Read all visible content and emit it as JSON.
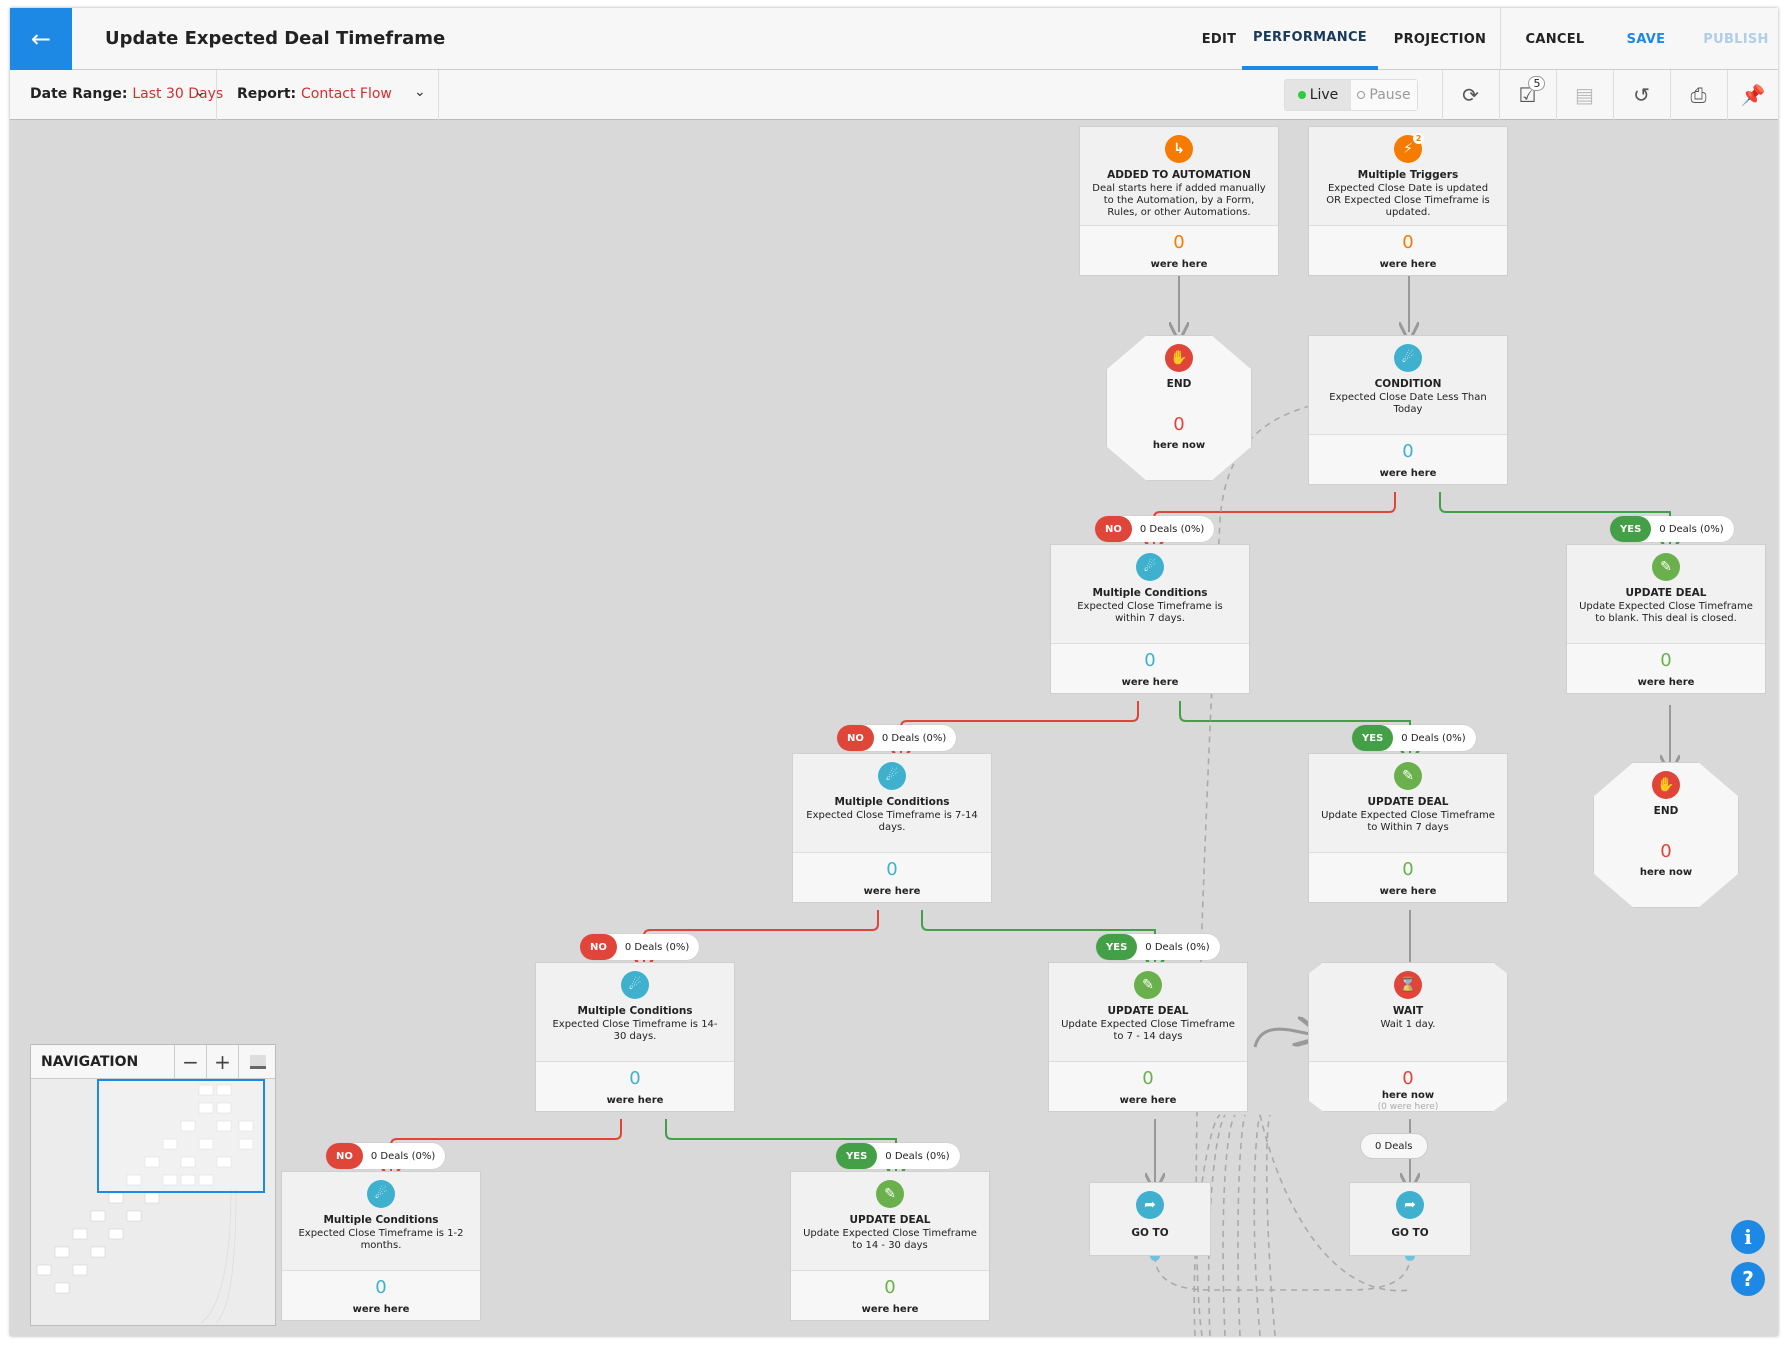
{
  "header": {
    "title": "Update Expected Deal Timeframe",
    "tabs": [
      "EDIT",
      "PERFORMANCE",
      "PROJECTION"
    ],
    "cancel": "CANCEL",
    "save": "SAVE",
    "publish": "PUBLISH"
  },
  "subbar": {
    "date_label": "Date Range:",
    "date_value": "Last 30 Days",
    "report_label": "Report:",
    "report_value": "Contact Flow",
    "live": "Live",
    "pause": "Pause",
    "tasks_count": "5"
  },
  "nodes": {
    "added": {
      "title": "ADDED TO AUTOMATION",
      "desc": "Deal starts here if added manually to the Automation, by a Form, Rules, or other Automations.",
      "count": "0",
      "label": "were here"
    },
    "triggers": {
      "title": "Multiple Triggers",
      "desc": "Expected Close Date is updated OR Expected Close Timeframe is updated.",
      "count": "0",
      "label": "were here",
      "badge": "2"
    },
    "end1": {
      "title": "END",
      "count": "0",
      "label": "here now"
    },
    "cond1": {
      "title": "CONDITION",
      "desc": "Expected Close Date Less Than Today",
      "count": "0",
      "label": "were here"
    },
    "mc1": {
      "title": "Multiple Conditions",
      "desc": "Expected Close Timeframe is within 7 days.",
      "count": "0",
      "label": "were here"
    },
    "ud1": {
      "title": "UPDATE DEAL",
      "desc": "Update Expected Close Timeframe to blank. This deal is closed.",
      "count": "0",
      "label": "were here"
    },
    "mc2": {
      "title": "Multiple Conditions",
      "desc": "Expected Close Timeframe is 7-14 days.",
      "count": "0",
      "label": "were here"
    },
    "ud2": {
      "title": "UPDATE DEAL",
      "desc": "Update Expected Close Timeframe to Within 7 days",
      "count": "0",
      "label": "were here"
    },
    "end2": {
      "title": "END",
      "count": "0",
      "label": "here now"
    },
    "mc3": {
      "title": "Multiple Conditions",
      "desc": "Expected Close Timeframe is 14-30 days.",
      "count": "0",
      "label": "were here"
    },
    "ud3": {
      "title": "UPDATE DEAL",
      "desc": "Update Expected Close Timeframe to 7 - 14 days",
      "count": "0",
      "label": "were here"
    },
    "wait": {
      "title": "WAIT",
      "desc": "Wait 1 day.",
      "count": "0",
      "label": "here now",
      "sub": "(0 were here)"
    },
    "mc4": {
      "title": "Multiple Conditions",
      "desc": "Expected Close Timeframe is 1-2 months.",
      "count": "0",
      "label": "were here"
    },
    "ud4": {
      "title": "UPDATE DEAL",
      "desc": "Update Expected Close Timeframe to 14 - 30 days",
      "count": "0",
      "label": "were here"
    },
    "goto1": {
      "title": "GO TO"
    },
    "goto2": {
      "title": "GO TO"
    }
  },
  "branch": {
    "no": "NO",
    "yes": "YES",
    "deals": "0 Deals (0%)",
    "wait_deals": "0 Deals"
  },
  "navigation": {
    "title": "NAVIGATION"
  },
  "colors": {
    "accent": "#1e88e5",
    "no": "#e0453a",
    "yes": "#43a047",
    "orange": "#f57c00",
    "teal": "#3fb1cf",
    "green_icon": "#6ab04c",
    "red_icon": "#e0453a"
  }
}
